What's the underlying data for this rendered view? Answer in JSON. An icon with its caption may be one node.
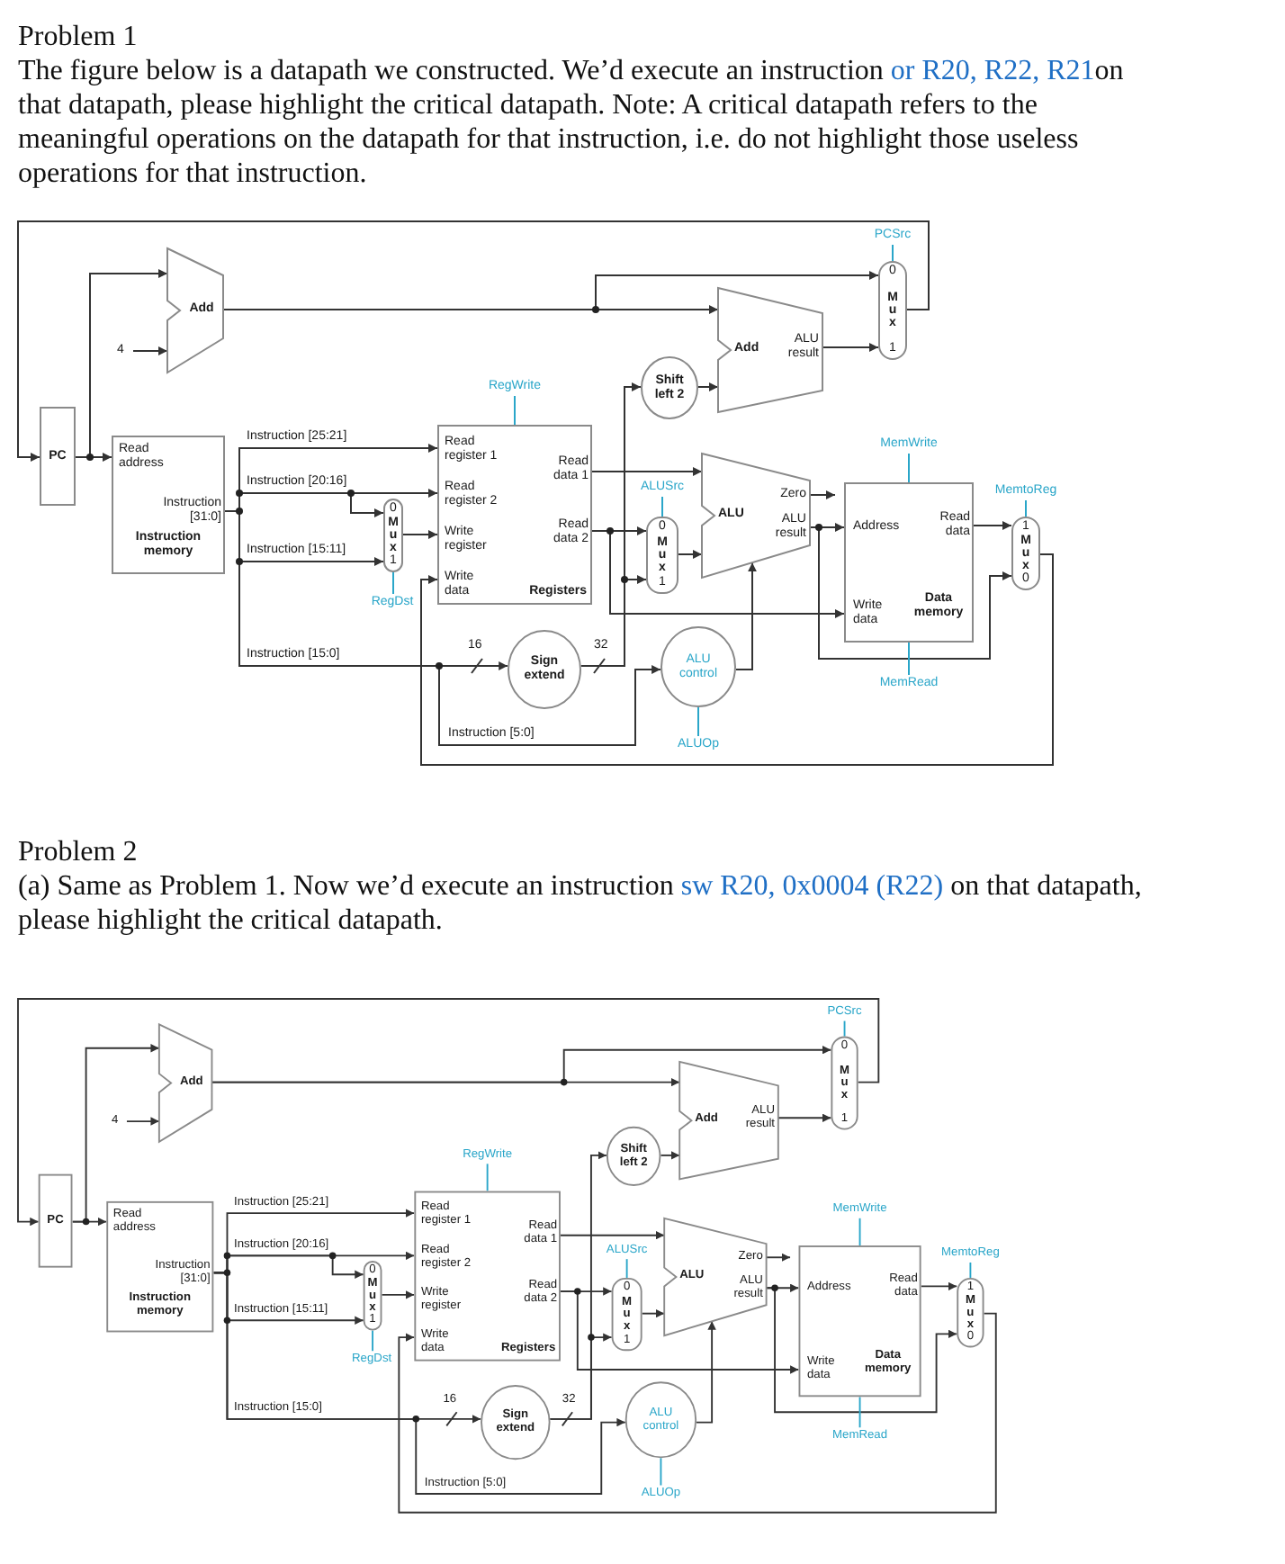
{
  "diagram": {
    "nodes": [
      {
        "text": [
          "PC"
        ]
      },
      {
        "text": [
          "Add"
        ]
      },
      {
        "text": [
          "4"
        ]
      },
      {
        "text": [
          "Read address",
          "Instruction [31:0]",
          "Instruction memory"
        ]
      },
      {
        "text": [
          "Read register 1",
          "Read register 2",
          "Write register",
          "Write data",
          "Read data 1",
          "Read data 2",
          "Registers"
        ]
      },
      {
        "text": [
          "0",
          "Mux",
          "1"
        ]
      },
      {
        "text": [
          "Sign extend"
        ]
      },
      {
        "text": [
          "Shift left 2"
        ]
      },
      {
        "text": [
          "Add",
          "ALU result"
        ]
      },
      {
        "text": [
          "0",
          "Mux",
          "1"
        ]
      },
      {
        "text": [
          "0",
          "Mux",
          "1"
        ]
      },
      {
        "text": [
          "ALU",
          "Zero",
          "ALU result"
        ]
      },
      {
        "text": [
          "ALU control"
        ]
      },
      {
        "text": [
          "Address",
          "Read data",
          "Write data",
          "Data memory"
        ]
      },
      {
        "text": [
          "1",
          "Mux",
          "0"
        ]
      },
      {
        "text": [
          "RegWrite"
        ]
      },
      {
        "text": [
          "RegDst"
        ]
      },
      {
        "text": [
          "PCSrc"
        ]
      },
      {
        "text": [
          "ALUSrc"
        ]
      },
      {
        "text": [
          "ALUOp"
        ]
      },
      {
        "text": [
          "MemWrite"
        ]
      },
      {
        "text": [
          "MemRead"
        ]
      },
      {
        "text": [
          "MemtoReg"
        ]
      },
      {
        "text": [
          "PC"
        ]
      },
      {
        "text": [
          "Add"
        ]
      },
      {
        "text": [
          "4"
        ]
      },
      {
        "text": [
          "Read address",
          "Instruction [31:0]",
          "Instruction memory"
        ]
      },
      {
        "text": [
          "Read register 1",
          "Read register 2",
          "Write register",
          "Write data",
          "Read data 1",
          "Read data 2",
          "Registers"
        ]
      },
      {
        "text": [
          "0",
          "Mux",
          "1"
        ]
      },
      {
        "text": [
          "Sign extend"
        ]
      },
      {
        "text": [
          "Shift left 2"
        ]
      },
      {
        "text": [
          "Add",
          "ALU result"
        ]
      },
      {
        "text": [
          "0",
          "Mux",
          "1"
        ]
      },
      {
        "text": [
          "0",
          "Mux",
          "1"
        ]
      },
      {
        "text": [
          "ALU",
          "Zero",
          "ALU result"
        ]
      },
      {
        "text": [
          "ALU control"
        ]
      },
      {
        "text": [
          "Address",
          "Read data",
          "Write data",
          "Data memory"
        ]
      },
      {
        "text": [
          "1",
          "Mux",
          "0"
        ]
      },
      {
        "text": [
          "RegWrite"
        ]
      },
      {
        "text": [
          "RegDst"
        ]
      },
      {
        "text": [
          "PCSrc"
        ]
      },
      {
        "text": [
          "ALUSrc"
        ]
      },
      {
        "text": [
          "ALUOp"
        ]
      },
      {
        "text": [
          "MemWrite"
        ]
      },
      {
        "text": [
          "MemRead"
        ]
      },
      {
        "text": [
          "MemtoReg"
        ]
      }
    ],
    "edges": [
      {
        "from": 0,
        "to": 3,
        "arrow": "to"
      },
      {
        "from": 0,
        "to": 1,
        "arrow": "to"
      },
      {
        "from": 2,
        "to": 1,
        "arrow": "to"
      },
      {
        "from": 1,
        "to": 9,
        "arrow": "to"
      },
      {
        "from": 1,
        "to": 8,
        "arrow": "to"
      },
      {
        "from": 8,
        "to": 9,
        "arrow": "to"
      },
      {
        "from": 9,
        "to": 0,
        "arrow": "to"
      },
      {
        "from": 3,
        "to": 4,
        "arrow": "to",
        "label": "Instruction [25:21]"
      },
      {
        "from": 3,
        "to": 4,
        "arrow": "to",
        "label": "Instruction [20:16]"
      },
      {
        "from": 3,
        "to": 5,
        "arrow": "to"
      },
      {
        "from": 3,
        "to": 5,
        "arrow": "to",
        "label": "Instruction [15:11]"
      },
      {
        "from": 3,
        "to": 6,
        "arrow": "to",
        "label": "Instruction [15:0]"
      },
      {
        "from": 3,
        "to": 12,
        "arrow": "to",
        "label": "Instruction [5:0]"
      },
      {
        "from": 5,
        "to": 4,
        "arrow": "to"
      },
      {
        "from": 4,
        "to": 11,
        "arrow": "to"
      },
      {
        "from": 4,
        "to": 10,
        "arrow": "to"
      },
      {
        "from": 4,
        "to": 13,
        "arrow": "to"
      },
      {
        "from": 6,
        "to": 7,
        "arrow": "to"
      },
      {
        "from": 6,
        "to": 10,
        "arrow": "to"
      },
      {
        "from": 7,
        "to": 8,
        "arrow": "to"
      },
      {
        "from": 10,
        "to": 11,
        "arrow": "to"
      },
      {
        "from": 12,
        "to": 11,
        "arrow": "to"
      },
      {
        "from": 11,
        "to": null,
        "arrow": "to"
      },
      {
        "from": 11,
        "to": 13,
        "arrow": "to"
      },
      {
        "from": 11,
        "to": 14,
        "arrow": "to"
      },
      {
        "from": 13,
        "to": 14,
        "arrow": "to"
      },
      {
        "from": 14,
        "to": 4,
        "arrow": "to"
      },
      {
        "from": 15,
        "to": 4,
        "arrow": "none",
        "color": "#2aa6c9"
      },
      {
        "from": 16,
        "to": 5,
        "arrow": "none",
        "color": "#2aa6c9"
      },
      {
        "from": 17,
        "to": 9,
        "arrow": "none",
        "color": "#2aa6c9"
      },
      {
        "from": 18,
        "to": 10,
        "arrow": "none",
        "color": "#2aa6c9"
      },
      {
        "from": 19,
        "to": 12,
        "arrow": "none",
        "color": "#2aa6c9"
      },
      {
        "from": 20,
        "to": 13,
        "arrow": "none",
        "color": "#2aa6c9"
      },
      {
        "from": 21,
        "to": 13,
        "arrow": "none",
        "color": "#2aa6c9"
      },
      {
        "from": 22,
        "to": 14,
        "arrow": "none",
        "color": "#2aa6c9"
      },
      {
        "from": 23,
        "to": 26,
        "arrow": "to"
      },
      {
        "from": 23,
        "to": 24,
        "arrow": "to"
      },
      {
        "from": 25,
        "to": 24,
        "arrow": "to"
      },
      {
        "from": 24,
        "to": 32,
        "arrow": "to"
      },
      {
        "from": 24,
        "to": 31,
        "arrow": "to"
      },
      {
        "from": 31,
        "to": 32,
        "arrow": "to"
      },
      {
        "from": 32,
        "to": 23,
        "arrow": "to"
      },
      {
        "from": 26,
        "to": 27,
        "arrow": "to",
        "label": "Instruction [25:21]"
      },
      {
        "from": 26,
        "to": 27,
        "arrow": "to",
        "label": "Instruction [20:16]"
      },
      {
        "from": 26,
        "to": 28,
        "arrow": "to"
      },
      {
        "from": 26,
        "to": 28,
        "arrow": "to",
        "label": "Instruction [15:11]"
      },
      {
        "from": 26,
        "to": 29,
        "arrow": "to",
        "label": "Instruction [15:0]"
      },
      {
        "from": 26,
        "to": 35,
        "arrow": "to",
        "label": "Instruction [5:0]"
      },
      {
        "from": 28,
        "to": 27,
        "arrow": "to"
      },
      {
        "from": 27,
        "to": 34,
        "arrow": "to"
      },
      {
        "from": 27,
        "to": 33,
        "arrow": "to"
      },
      {
        "from": 27,
        "to": 36,
        "arrow": "to"
      },
      {
        "from": 29,
        "to": 30,
        "arrow": "to"
      },
      {
        "from": 29,
        "to": 33,
        "arrow": "to"
      },
      {
        "from": 30,
        "to": 31,
        "arrow": "to"
      },
      {
        "from": 33,
        "to": 34,
        "arrow": "to"
      },
      {
        "from": 35,
        "to": 34,
        "arrow": "to"
      },
      {
        "from": 34,
        "to": null,
        "arrow": "to"
      },
      {
        "from": 34,
        "to": 36,
        "arrow": "to"
      },
      {
        "from": 34,
        "to": 37,
        "arrow": "to"
      },
      {
        "from": 36,
        "to": 37,
        "arrow": "to"
      },
      {
        "from": 37,
        "to": 27,
        "arrow": "to"
      },
      {
        "from": 38,
        "to": 27,
        "arrow": "none",
        "color": "#2aa6c9"
      },
      {
        "from": 39,
        "to": 28,
        "arrow": "none",
        "color": "#2aa6c9"
      },
      {
        "from": 40,
        "to": 32,
        "arrow": "none",
        "color": "#2aa6c9"
      },
      {
        "from": 41,
        "to": 33,
        "arrow": "none",
        "color": "#2aa6c9"
      },
      {
        "from": 42,
        "to": 35,
        "arrow": "none",
        "color": "#2aa6c9"
      },
      {
        "from": 43,
        "to": 36,
        "arrow": "none",
        "color": "#2aa6c9"
      },
      {
        "from": 44,
        "to": 36,
        "arrow": "none",
        "color": "#2aa6c9"
      },
      {
        "from": 45,
        "to": 37,
        "arrow": "none",
        "color": "#2aa6c9"
      }
    ],
    "labels": [
      "Problem 1",
      "The figure below is a datapath we constructed. We’d execute an instruction",
      "or R20, R22, R21",
      "on that datapath, please highlight the critical datapath. Note: A critical datapath refers to the meaningful operations on the datapath for that instruction, i.e. do not highlight those useless operations for that instruction.",
      "16",
      "32",
      "Problem 2",
      "(a) Same as Problem 1. Now we’d execute an instruction",
      "sw R20, 0x0004 (R22)",
      "on that datapath, please highlight the critical datapath.",
      "16",
      "32"
    ]
  }
}
